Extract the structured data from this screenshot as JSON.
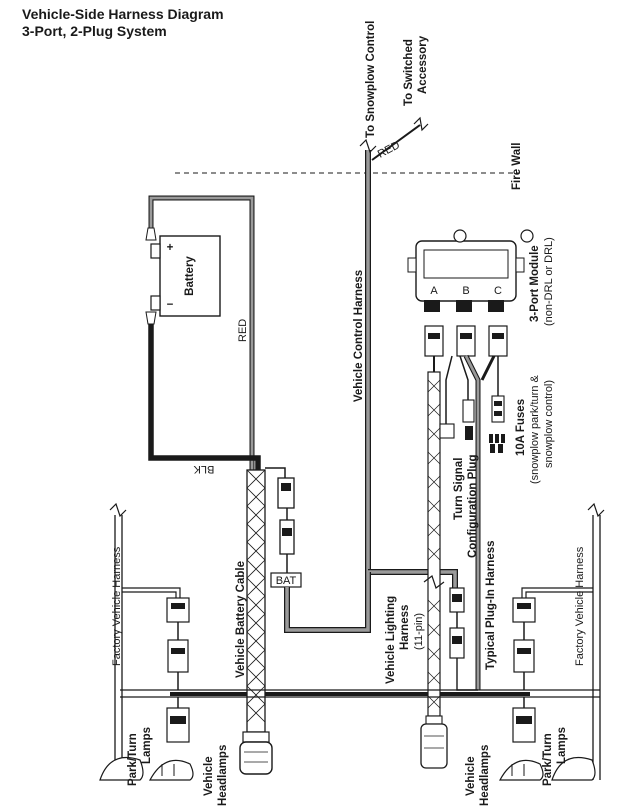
{
  "title": {
    "line1": "Vehicle-Side Harness Diagram",
    "line2": "3-Port, 2-Plug System"
  },
  "labels": {
    "to_snowplow_control": "To Snowplow Control",
    "to_switched_accessory_1": "To Switched",
    "to_switched_accessory_2": "Accessory",
    "red_wire_top": "RED",
    "fire_wall": "Fire Wall",
    "battery": "Battery",
    "battery_plus": "+",
    "battery_minus": "−",
    "red_battery": "RED",
    "blk": "BLK",
    "vehicle_control_harness": "Vehicle Control Harness",
    "module_port_a": "A",
    "module_port_b": "B",
    "module_port_c": "C",
    "module_name": "3-Port Module",
    "module_sub": "(non-DRL or DRL)",
    "fuses_1": "10A Fuses",
    "fuses_2": "(snowplow park/turn &",
    "fuses_3": "snowplow control)",
    "turn_signal_1": "Turn Signal",
    "turn_signal_2": "Configuration Plug",
    "typical_plugin": "Typical Plug-In Harness",
    "factory_left": "Factory Vehicle Harness",
    "factory_right": "Factory Vehicle Harness",
    "battery_cable": "Vehicle Battery Cable",
    "bat": "BAT",
    "lighting_1": "Vehicle Lighting",
    "lighting_2": "Harness",
    "lighting_3": "(11-pin)",
    "park_turn_left_1": "Park/Turn",
    "park_turn_left_2": "Lamps",
    "headlamps_left_1": "Vehicle",
    "headlamps_left_2": "Headlamps",
    "headlamps_right_1": "Vehicle",
    "headlamps_right_2": "Headlamps",
    "park_turn_right_1": "Park/Turn",
    "park_turn_right_2": "Lamps"
  },
  "colors": {
    "line": "#1a1a1a",
    "cable_gray": "#6e6e6e",
    "wire_gray": "#9a9a9a"
  }
}
